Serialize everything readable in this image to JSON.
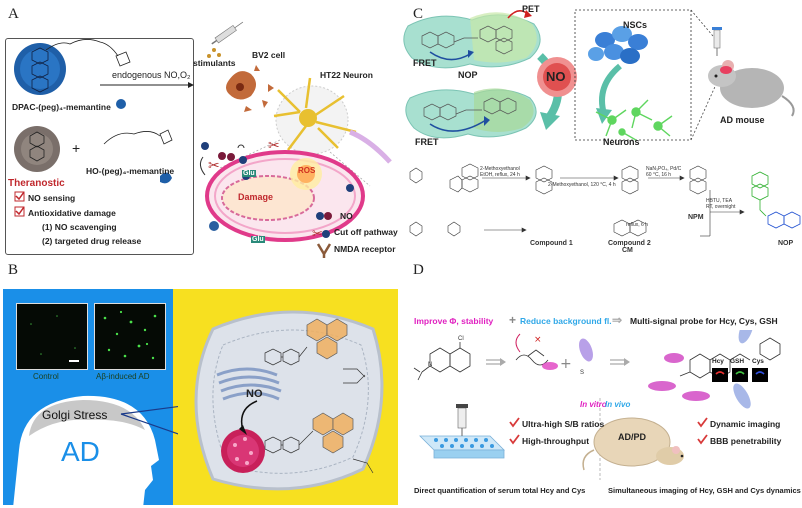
{
  "panel_labels": {
    "a": "A",
    "b": "B",
    "c": "C",
    "d": "D"
  },
  "panel_a": {
    "compound1": "DPAC-(peg)₄-memantine",
    "compound2": "HO-(peg)₄-memantine",
    "arrow_label": "endogenous NO,O₂",
    "stimulants": "stimulants",
    "bv2": "BV2 cell",
    "ht22": "HT22 Neuron",
    "theranostic": "Theranostic",
    "features": [
      "NO sensing",
      "Antioxidative damage",
      "(1) NO scavenging",
      "(2) targeted drug release"
    ],
    "damage": "Damage",
    "ros": "ROS",
    "glu": "Glu",
    "legend": [
      "NO",
      "Cut off pathway",
      "NMDA receptor"
    ],
    "plus": "+"
  },
  "panel_b": {
    "img_labels": [
      "Control",
      "Aβ-induced AD"
    ],
    "golgi": "Golgi Stress",
    "ad": "AD",
    "no": "NO"
  },
  "panel_c": {
    "pet": "PET",
    "fret_top": "FRET",
    "nop": "NOP",
    "fret_bottom": "FRET",
    "no": "NO",
    "nscs": "NSCs",
    "neurons": "Neurons",
    "mouse": "AD mouse",
    "synthesis": {
      "step1": "2-Methoxyethanol\nEtOH, reflux, 24 h",
      "step2": "2-Methoxyethanol, 120 °C, 4 h",
      "step3": "NaN₃PO₄, Pd/C\n60 °C, 16 h",
      "step4": "HBTU, TEA\nRT, overnight",
      "step5": "reflux, 6 h",
      "names": [
        "Compound 1",
        "Compound 2",
        "NPM",
        "CM",
        "NOP"
      ]
    }
  },
  "panel_d": {
    "improve": "Improve Φ, stability",
    "plus": "+",
    "reduce": "Reduce background fl.",
    "multi": "Multi-signal probe for Hcy, Cys, GSH",
    "checks_left": [
      "Ultra-high S/B ratios",
      "High-throughput"
    ],
    "in_vitro": "In vitro",
    "in_vivo": "In vivo",
    "adpd": "AD/PD",
    "checks_right": [
      "Dynamic imaging",
      "BBB penetrability"
    ],
    "channels": [
      "Hcy",
      "GSH",
      "Cys"
    ],
    "caption_left": "Direct quantification of serum total Hcy and Cys",
    "caption_right": "Simultaneous imaging of Hcy, GSH and Cys dynamics"
  }
}
